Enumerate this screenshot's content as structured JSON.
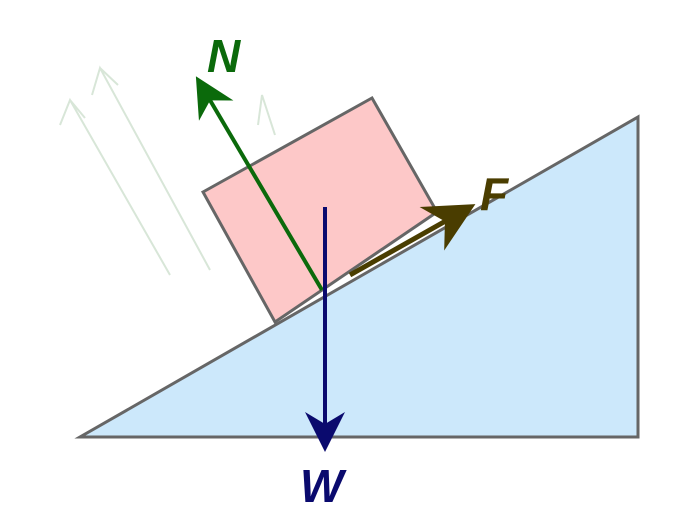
{
  "diagram": {
    "labels": {
      "normal": "N",
      "weight": "W",
      "friction": "F"
    },
    "colors": {
      "incline_fill": "#cce8fb",
      "incline_stroke": "#666666",
      "block_fill": "#fdc8c8",
      "normal": "#0b6a0b",
      "weight": "#0a0a6e",
      "friction": "#4a3d00"
    }
  }
}
